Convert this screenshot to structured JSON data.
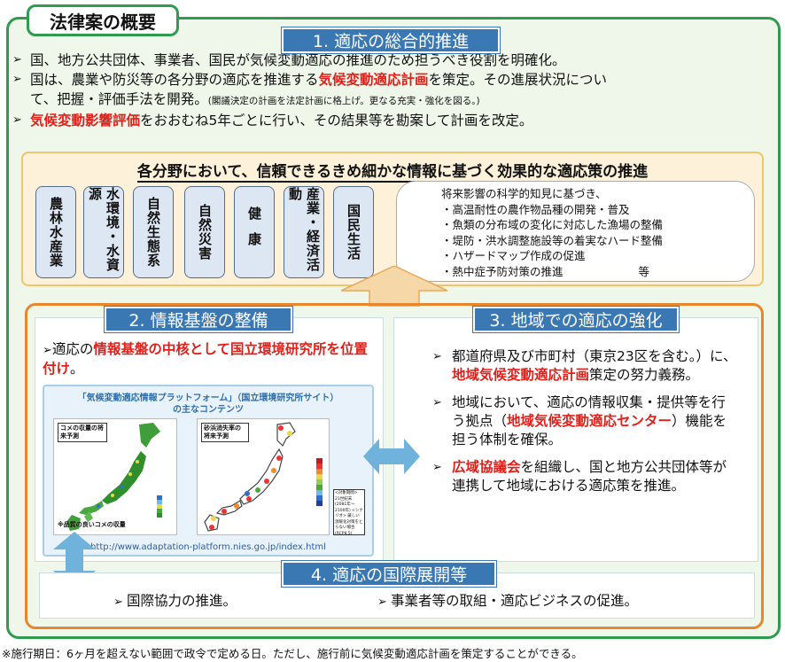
{
  "title": "法律案の概要",
  "section1": {
    "heading": "1. 適応の総合的推進",
    "bullet1": "国、地方公共団体、事業者、国民が気候変動適応の推進のため担うべき役割を明確化。",
    "bullet2_a": "国は、農業や防災等の各分野の適応を推進する",
    "bullet2_red": "気候変動適応計画",
    "bullet2_b": "を策定。その進展状況につい",
    "bullet2_c": "て、把握・評価手法を開発。",
    "bullet2_small": "(閣議決定の計画を法定計画に格上げ。更なる充実・強化を図る。)",
    "bullet3_red": "気候変動影響評価",
    "bullet3_b": "をおおむね5年ごとに行い、その結果等を勘案して計画を改定。"
  },
  "fields_box": {
    "title": "各分野において、信頼できるきめ細かな情報に基づく効果的な適応策の推進",
    "fields": [
      "農林水産業",
      "水環境・水資源",
      "自然生態系",
      "自然災害",
      "健康",
      "産業・経済活動",
      "国民生活"
    ],
    "effects_intro": "将来影響の科学的知見に基づき、",
    "effects": [
      "・高温耐性の農作物品種の開発・普及",
      "・魚類の分布域の変化に対応した漁場の整備",
      "・堤防・洪水調整施設等の着実なハード整備",
      "・ハザードマップ作成の促進",
      "・熱中症予防対策の推進"
    ],
    "effects_etc": "等"
  },
  "section2": {
    "heading": "2. 情報基盤の整備",
    "text_a": "適応の",
    "text_red": "情報基盤の中核として国立環境研究所を位置付け",
    "text_b": "。",
    "platform_title_1": "「気候変動適応情報プラットフォーム」（国立環境研究所サイト）",
    "platform_title_2": "の主なコンテンツ",
    "map1_label": "コメの収量の将来予測",
    "map1_note": "※品質の良いコメの収量",
    "map2_label": "砂浜消失率の将来予測",
    "note_text": "<対象期間> 21世紀末(2081年～2100年) <シナリオ> 厳しい温暖化対策をとらない場合(RCP8.5)",
    "url": "http://www.adaptation-platform.nies.go.jp/index.html"
  },
  "section3": {
    "heading": "3. 地域での適応の強化",
    "b1_a": "都道府県及び市町村（東京23区を含む。）に、",
    "b1_red": "地域気候変動適応計画",
    "b1_b": "策定の努力義務。",
    "b2_a": "地域において、適応の情報収集・提供等を行う拠点（",
    "b2_red": "地域気候変動適応センター",
    "b2_b": "）機能を担う体制を確保。",
    "b3_red": "広域協議会",
    "b3_b": "を組織し、国と地方公共団体等が連携して地域における適応策を推進。"
  },
  "section4": {
    "heading": "4. 適応の国際展開等",
    "item1": "国際協力の推進。",
    "item2": "事業者等の取組・適応ビジネスの促進。"
  },
  "footnote": "※施行期日：6ヶ月を超えない範囲で政令で定める日。ただし、施行前に気候変動適応計画を策定することができる。",
  "colors": {
    "green": "#2e9b4e",
    "blue": "#3a78b4",
    "orange": "#e8862e",
    "red": "#e0201a",
    "arrow": "#6fb2dc"
  },
  "icons": [
    "arrow-bullet-icon",
    "up-arrow-icon",
    "left-right-arrow-icon",
    "up-down-arrow-icon",
    "japan-map-icon"
  ]
}
